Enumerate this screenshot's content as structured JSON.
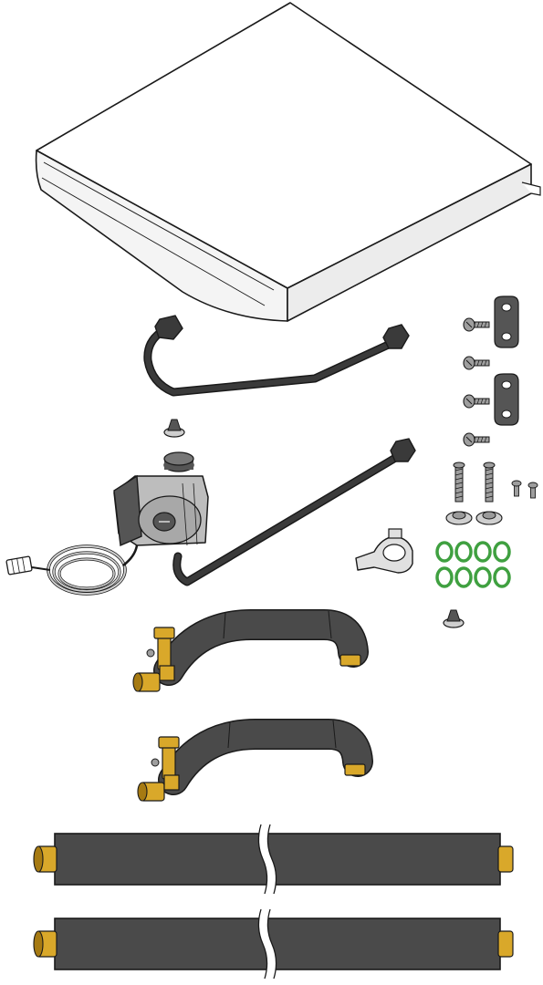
{
  "figure": {
    "background": "#ffffff",
    "colors": {
      "outline": "#1a1a1a",
      "panel": "#ffffff",
      "panel_shade": "#f2f2f2",
      "insulation": "#4a4a4a",
      "insulation_dark": "#2e2e2e",
      "pipe": "#3a3a3a",
      "pump_body": "#bdbdbd",
      "pump_dark": "#555555",
      "brass": "#d9a82a",
      "brass_dark": "#a67a12",
      "oring": "#3fa040",
      "screw": "#9e9e9e",
      "clip": "#e0e0e0",
      "bracket": "#555555",
      "cable": "#c8c8c8"
    },
    "parts": [
      {
        "id": "cover-panel",
        "icon": "cover-panel-icon"
      },
      {
        "id": "pipe-upper",
        "icon": "bent-pipe-icon"
      },
      {
        "id": "pipe-lower",
        "icon": "bent-pipe-icon"
      },
      {
        "id": "circulation-pump",
        "icon": "pump-icon"
      },
      {
        "id": "pump-cable",
        "icon": "coiled-cable-icon"
      },
      {
        "id": "fixing-screws",
        "icon": "screw-icon",
        "count": 4
      },
      {
        "id": "mounting-brackets",
        "icon": "bracket-icon",
        "count": 2
      },
      {
        "id": "bolts-with-washers",
        "icon": "bolt-icon",
        "count": 2
      },
      {
        "id": "small-screws",
        "icon": "screw-icon",
        "count": 2
      },
      {
        "id": "pipe-clip",
        "icon": "pipe-clip-icon"
      },
      {
        "id": "o-rings",
        "icon": "o-ring-icon",
        "count": 8
      },
      {
        "id": "grommets",
        "icon": "grommet-icon",
        "count": 2
      },
      {
        "id": "insulated-elbow-upper",
        "icon": "insulated-elbow-icon"
      },
      {
        "id": "insulated-elbow-lower",
        "icon": "insulated-elbow-icon"
      },
      {
        "id": "insulated-straight-upper",
        "icon": "insulated-pipe-icon"
      },
      {
        "id": "insulated-straight-lower",
        "icon": "insulated-pipe-icon"
      }
    ]
  }
}
